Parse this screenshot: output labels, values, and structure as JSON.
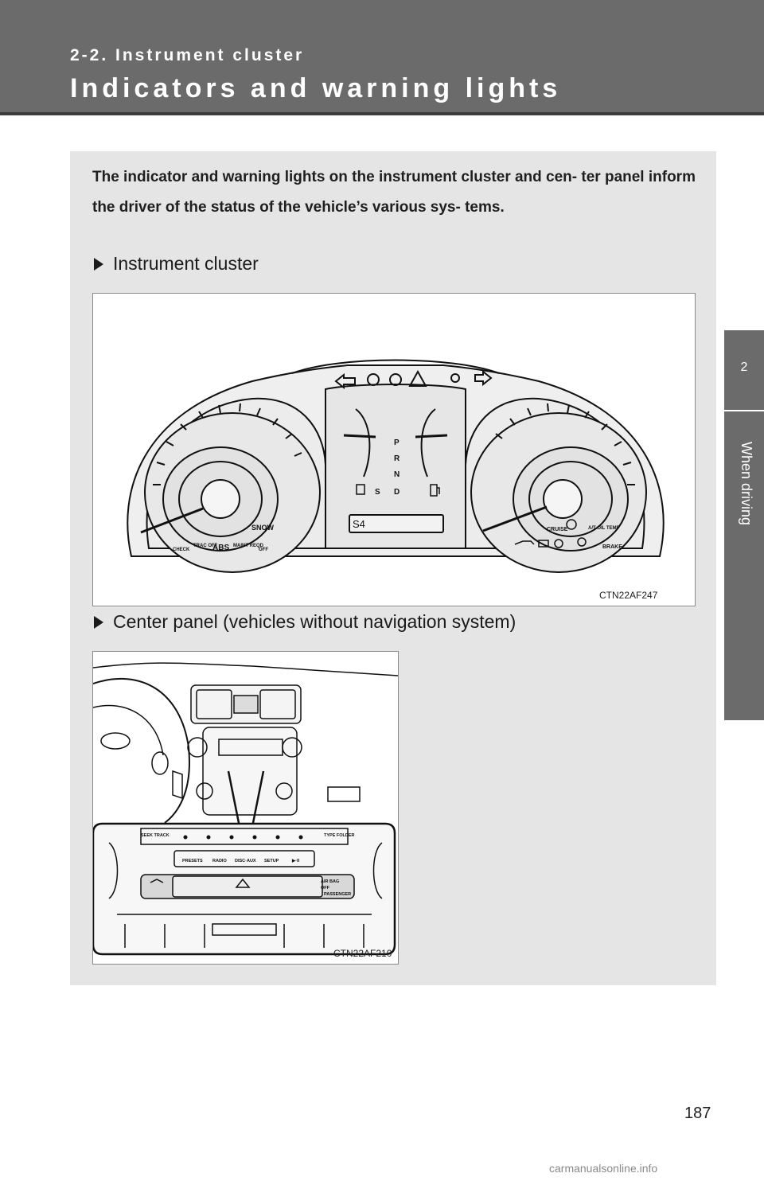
{
  "header": {
    "section_label": "2-2. Instrument cluster",
    "title": "Indicators and warning lights"
  },
  "side_tab": {
    "chapter_number": "2",
    "chapter_title": "When driving"
  },
  "intro_text": "The indicator and warning lights on the instrument cluster and cen- ter panel inform the driver of the status of the vehicle’s various sys- tems.",
  "figures": [
    {
      "heading": "Instrument cluster",
      "code": "CTN22AF247",
      "labels": {
        "snow": "SNOW",
        "check": "CHECK",
        "trac_off": "TRAC OFF",
        "abs": "ABS",
        "maint_reqd": "MAINT REQD",
        "off": "OFF",
        "gear_p": "P",
        "gear_r": "R",
        "gear_n": "N",
        "gear_d": "D",
        "gear_s": "S",
        "display": "S4",
        "cruise": "CRUISE",
        "at_oil_temp": "A/T OIL TEMP",
        "brake": "BRAKE"
      }
    },
    {
      "heading": "Center panel (vehicles without navigation system)",
      "code": "CTN22AF210",
      "labels": {
        "seek_track": "SEEK TRACK",
        "type_folder": "TYPE FOLDER",
        "presets": "PRESETS",
        "radio": "RADIO",
        "disc_aux": "DISC·AUX",
        "setup": "SETUP",
        "play_pause": "▶·II",
        "air_bag": "AIR BAG",
        "off": "OFF",
        "passenger": "PASSENGER"
      }
    }
  ],
  "page_number": "187",
  "watermark": "carmanualsonline.info"
}
